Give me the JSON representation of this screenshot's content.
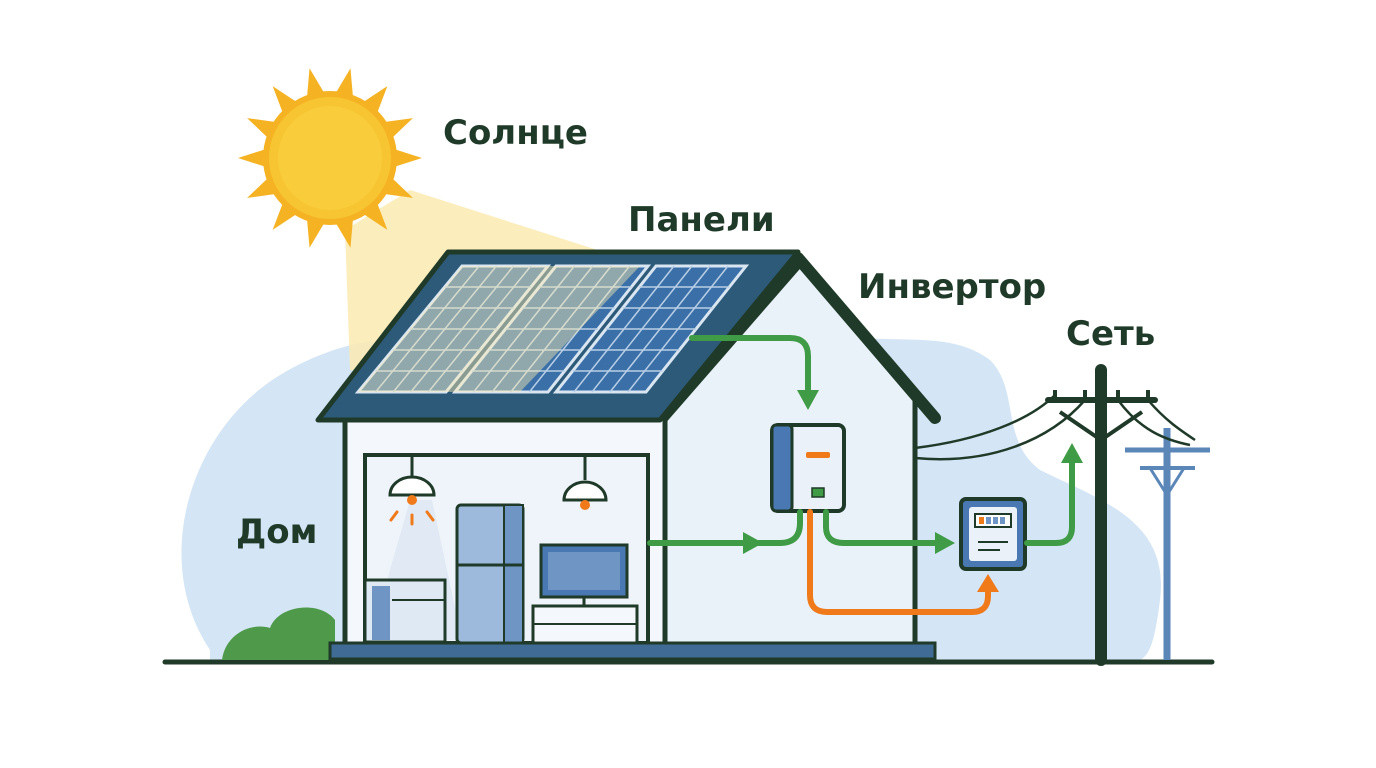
{
  "labels": {
    "sun": "Солнце",
    "panels": "Панели",
    "inverter": "Инвертор",
    "grid": "Сеть",
    "house": "Дом"
  },
  "colors": {
    "outline": "#1f3a28",
    "sun": "#f7c531",
    "sun_rays": "#f5b324",
    "sunbeam": "#fbe9a4",
    "sky_blob": "#cfe2f3",
    "roof": "#2e5a7a",
    "panel": "#3a6fa8",
    "wall": "#e9f2f9",
    "interior": "#eef4fa",
    "appliance": "#6f95c4",
    "bush": "#4f9a4a",
    "flow_arrow": "#3f9b46",
    "grid_arrow": "#f07a1a",
    "pole": "#1f3a28",
    "pole_far": "#5a86b8"
  },
  "icons": [
    "sun-icon",
    "solar-panel-icon",
    "house-icon",
    "inverter-icon",
    "electric-meter-icon",
    "power-pole-icon",
    "lamp-icon",
    "refrigerator-icon",
    "tv-icon"
  ]
}
